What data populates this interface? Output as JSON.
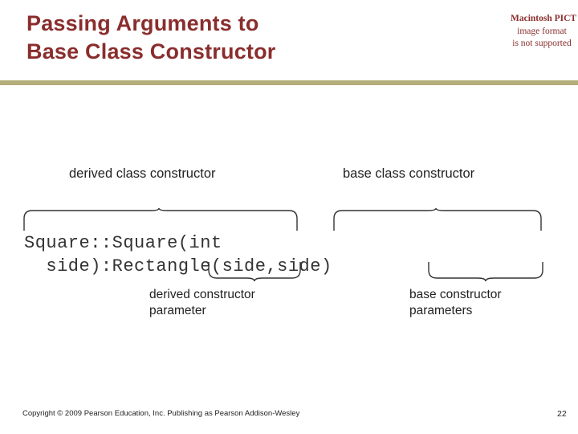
{
  "slide": {
    "title_lines": [
      "Passing Arguments to",
      "Base Class Constructor"
    ],
    "title_color": "#8a2d2d",
    "divider_color": "#b5ad7a",
    "pict_placeholder": {
      "line1": "Macintosh PICT",
      "line2": "image format",
      "line3": "is not supported"
    },
    "labels": {
      "derived": "derived class constructor",
      "base": "base class constructor"
    },
    "code": {
      "line1": "Square::Square(int",
      "line2": "  side):Rectangle(side,side)"
    },
    "annotations": {
      "derived_line1": "derived constructor",
      "derived_line2": "parameter",
      "base_line1": "base constructor",
      "base_line2": "parameters"
    },
    "footer": {
      "copyright": "Copyright © 2009 Pearson Education, Inc. Publishing as Pearson Addison-Wesley",
      "page_number": "22"
    }
  }
}
